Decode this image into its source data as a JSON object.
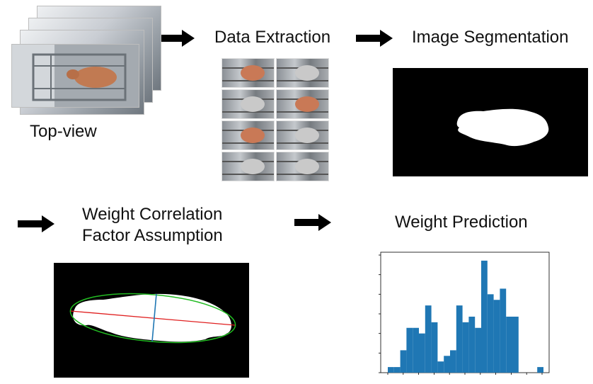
{
  "labels": {
    "top_view": "Top-view",
    "data_extraction": "Data Extraction",
    "image_segmentation": "Image Segmentation",
    "weight_correlation_line1": "Weight Correlation",
    "weight_correlation_line2": "Factor Assumption",
    "weight_prediction": "Weight Prediction"
  },
  "icons": {
    "arrow": "right-arrow-icon"
  },
  "colors": {
    "arrow": "#000000",
    "histogram_bar": "#1f77b4",
    "ellipse": "#22bb22",
    "major_axis": "#e02020",
    "minor_axis": "#1f77b4"
  },
  "extraction_tiles": [
    {
      "tone": "color"
    },
    {
      "tone": "gray"
    },
    {
      "tone": "gray"
    },
    {
      "tone": "color"
    },
    {
      "tone": "color"
    },
    {
      "tone": "gray"
    },
    {
      "tone": "gray"
    },
    {
      "tone": "gray"
    }
  ],
  "chart_data": {
    "type": "bar",
    "title": "",
    "xlabel": "",
    "ylabel": "",
    "values": [
      1,
      1,
      4,
      8,
      8,
      7,
      12,
      9,
      2,
      3,
      4,
      12,
      9,
      10,
      8,
      20,
      14,
      13,
      15,
      10,
      10,
      0,
      0,
      0,
      1
    ],
    "ylim": [
      0,
      21
    ],
    "grid": false
  }
}
